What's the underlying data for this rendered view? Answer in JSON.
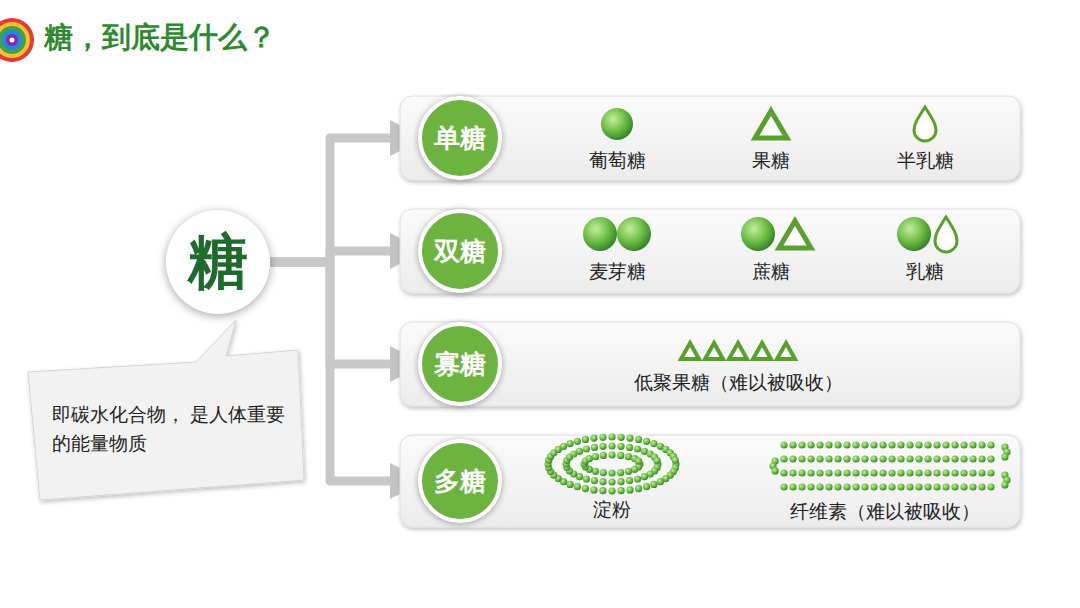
{
  "diagram": {
    "title": "糖，到底是什么？",
    "nodes": [
      {
        "text": [
          "糖"
        ]
      },
      {
        "text": [
          "即碳水化合物， 是人体重要的能量物质"
        ]
      },
      {
        "text": [
          "葡萄糖",
          "果糖",
          "半乳糖"
        ]
      },
      {
        "text": [
          "单糖"
        ],
        "in": 2
      },
      {
        "text": [
          "麦芽糖",
          "蔗糖",
          "乳糖"
        ]
      },
      {
        "text": [
          "双糖"
        ],
        "in": 4
      },
      {
        "text": [
          "低聚果糖（难以被吸收）"
        ]
      },
      {
        "text": [
          "寡糖"
        ],
        "in": 6
      },
      {
        "text": [
          "淀粉",
          "纤维素（难以被吸收）"
        ]
      },
      {
        "text": [
          "多糖"
        ],
        "in": 8
      }
    ],
    "edges": [
      {
        "from": 0,
        "to": 3,
        "arrow": "to"
      },
      {
        "from": 0,
        "to": 5,
        "arrow": "to"
      },
      {
        "from": 0,
        "to": 7,
        "arrow": "to"
      },
      {
        "from": 0,
        "to": 9,
        "arrow": "to"
      }
    ]
  }
}
